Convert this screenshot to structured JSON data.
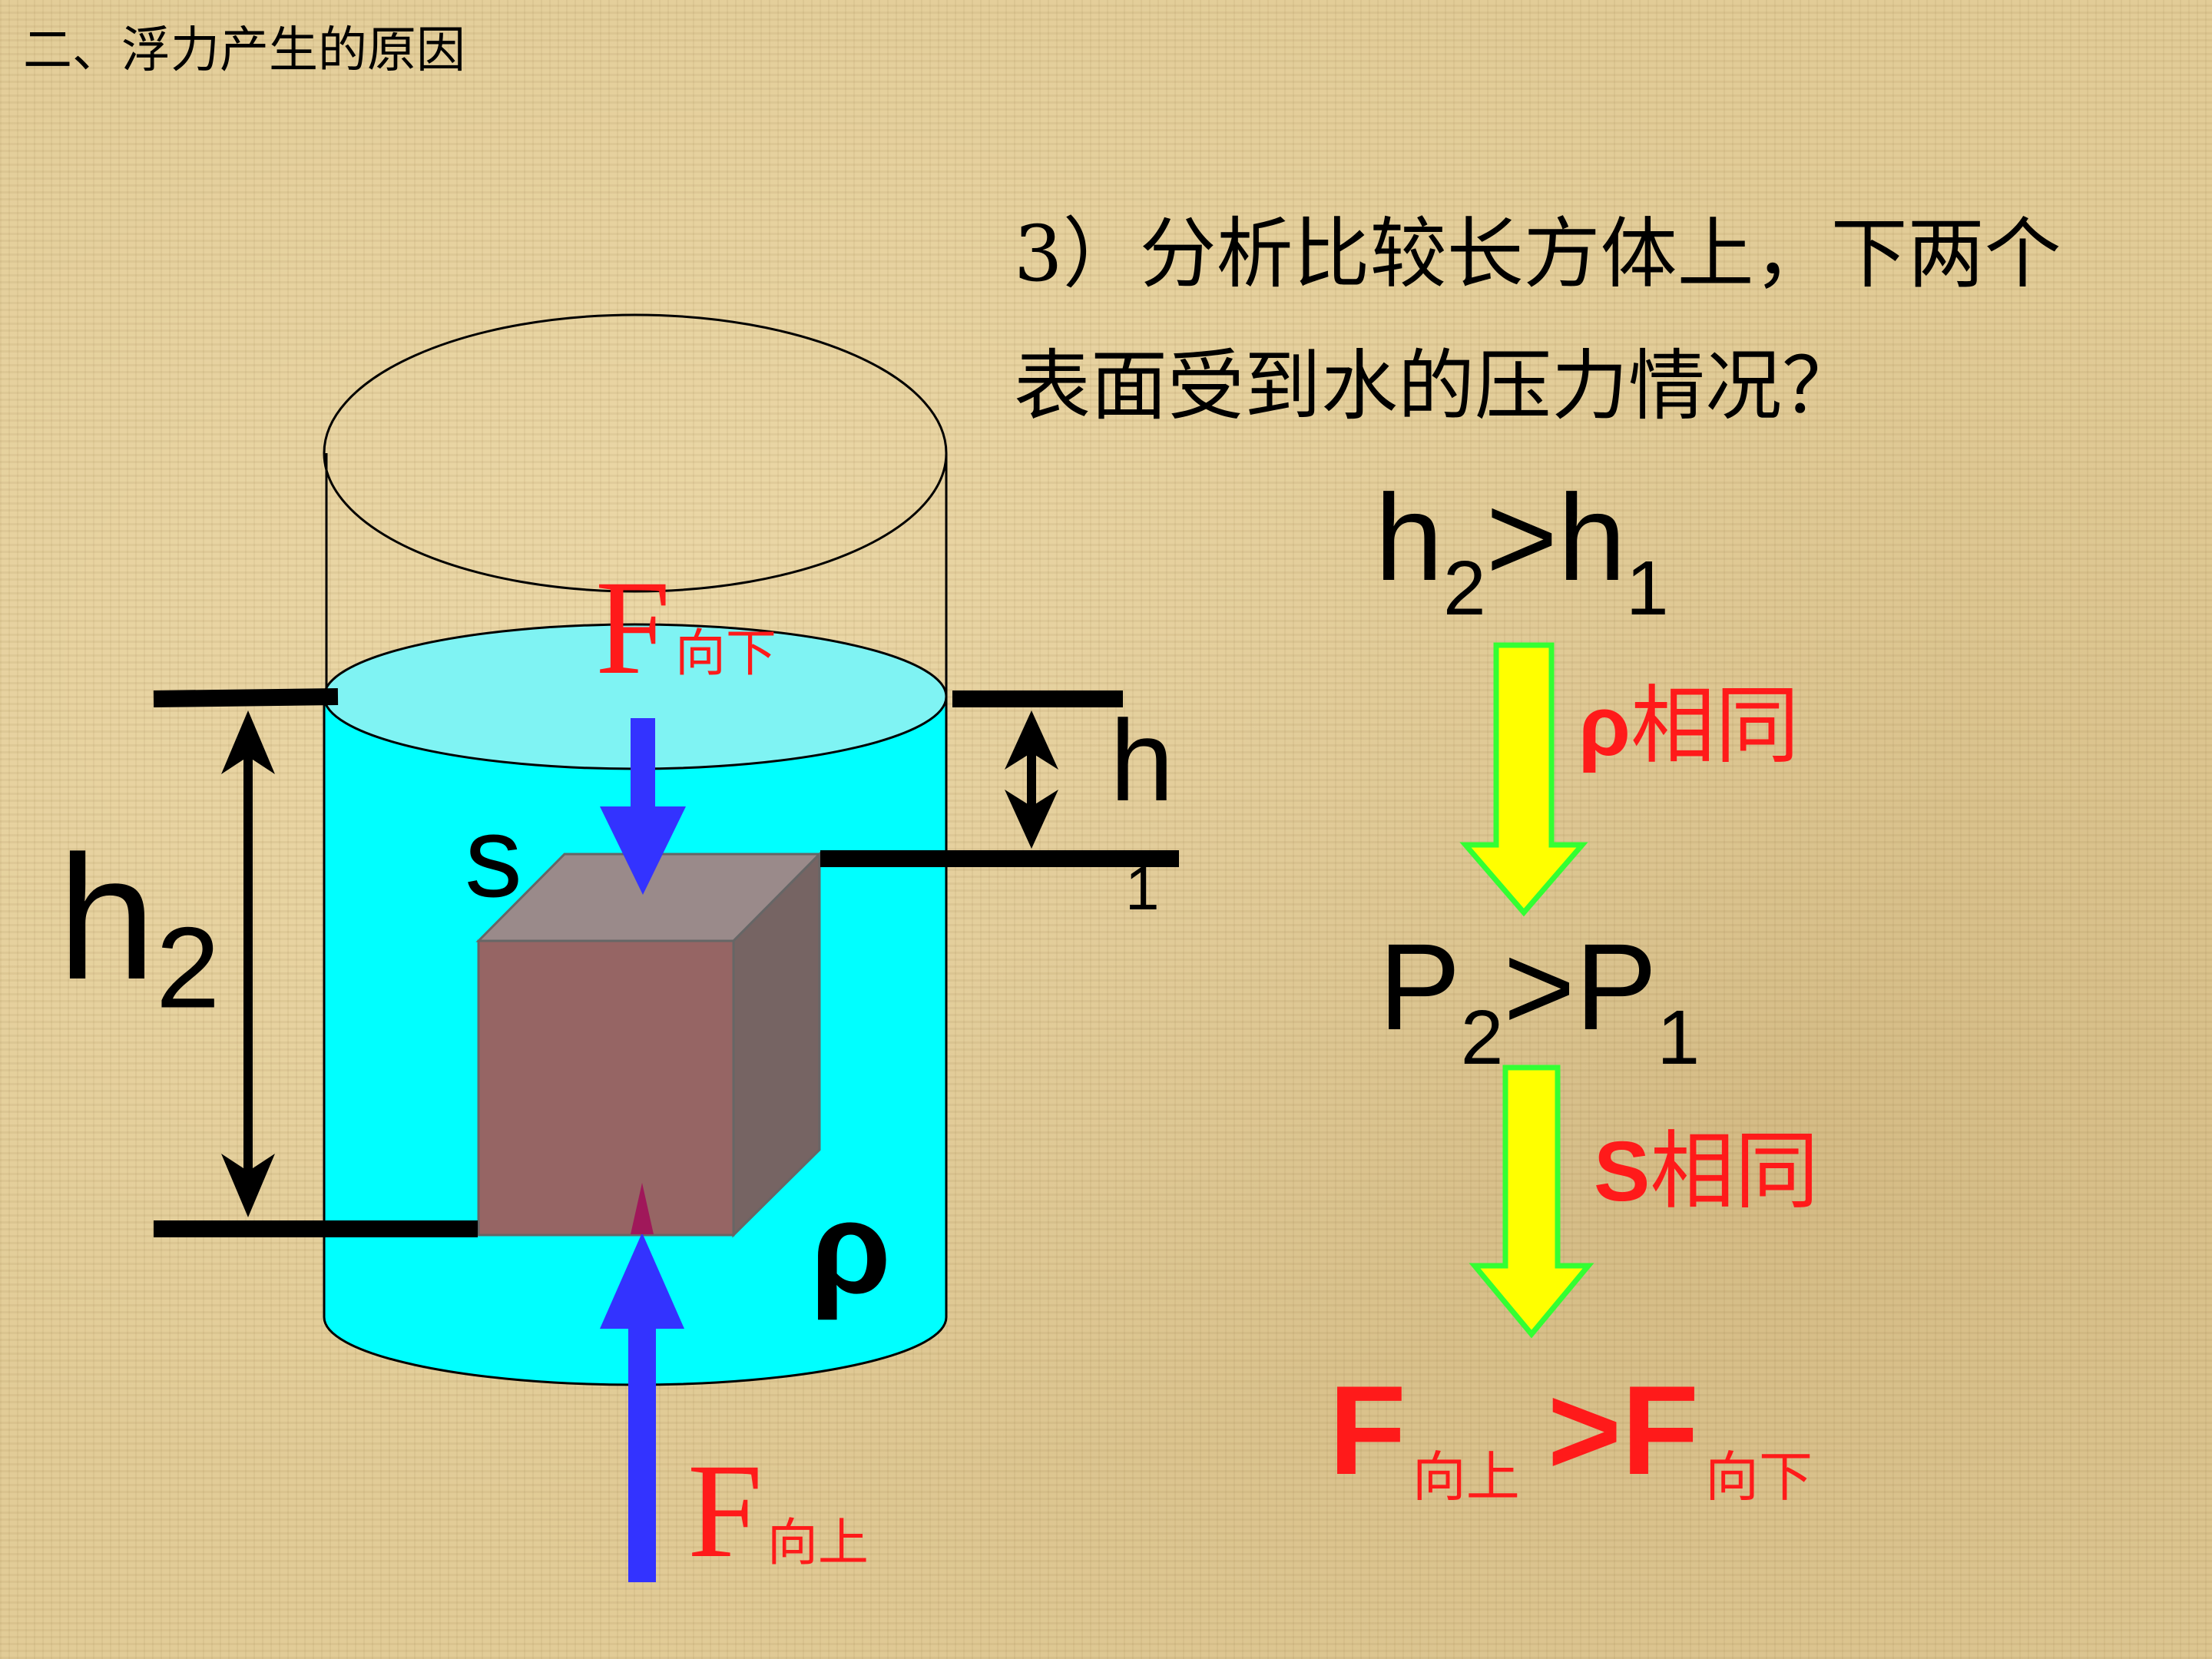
{
  "header": {
    "section_title": "二、浮力产生的原因"
  },
  "question": {
    "text": "3）分析比较长方体上，下两个表面受到水的压力情况？"
  },
  "diagram": {
    "force_down": {
      "symbol": "F",
      "subscript": "向下"
    },
    "force_up": {
      "symbol": "F",
      "subscript": "向上"
    },
    "area_label": "S",
    "density_label": "ρ",
    "depth_deep": {
      "base": "h",
      "subscript": "2"
    },
    "depth_shallow": {
      "base": "h",
      "subscript": "1"
    },
    "colors": {
      "water": "#00ffff",
      "block_front": "#966564",
      "block_top": "#9a8a8a",
      "block_side": "#766463",
      "force_arrow": "#3333ff",
      "flow_arrow_fill": "#ffff00",
      "flow_arrow_stroke": "#33ff33",
      "label_red": "#ff1a1a"
    }
  },
  "reasoning": {
    "step1": {
      "a": "h",
      "a_sub": "2",
      "op": ">",
      "b": "h",
      "b_sub": "1"
    },
    "reason1": {
      "prefix": "ρ",
      "text": "相同"
    },
    "step2": {
      "a": "P",
      "a_sub": "2",
      "op": ">",
      "b": "P",
      "b_sub": "1"
    },
    "reason2": {
      "prefix": "S",
      "text": "相同"
    },
    "conclusion": {
      "a": "F",
      "a_sub": "向上",
      "op": ">",
      "b": "F",
      "b_sub": "向下"
    }
  }
}
